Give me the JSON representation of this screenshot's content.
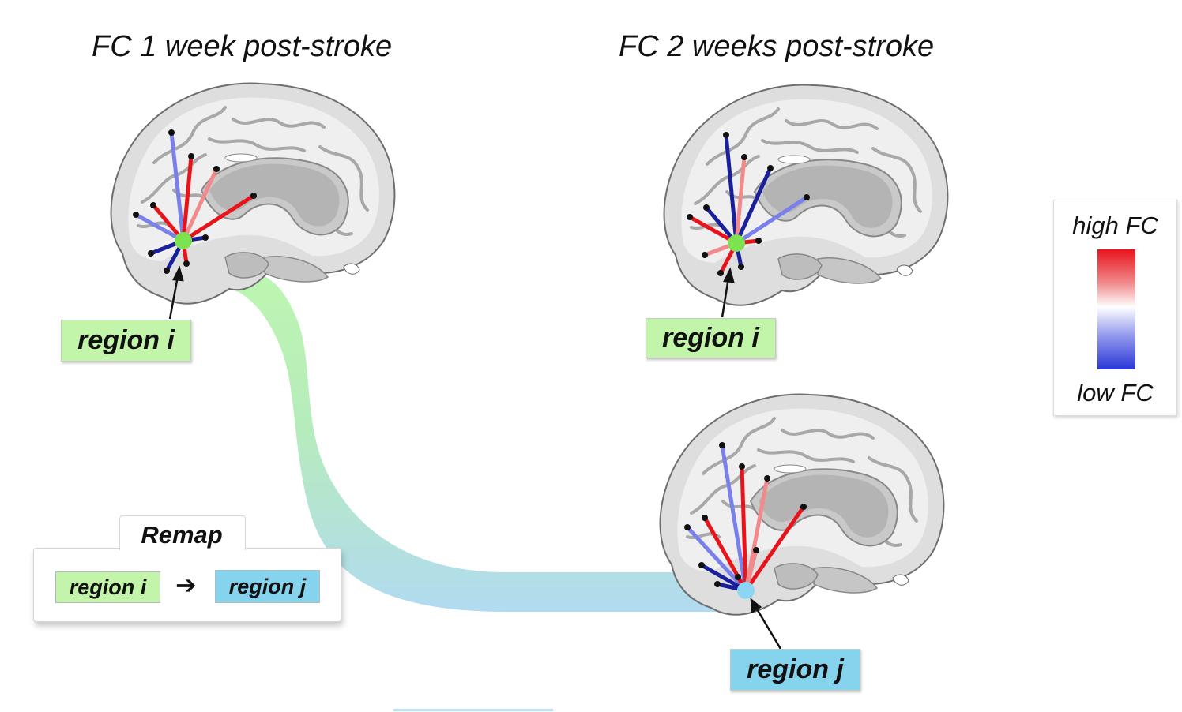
{
  "titles": {
    "week1": "FC 1 week post-stroke",
    "week2": "FC 2 weeks post-stroke"
  },
  "labels": {
    "region_i_week1": "region i",
    "region_i_week2": "region i",
    "region_j": "region j"
  },
  "remap": {
    "title": "Remap",
    "from": "region i",
    "arrow": "➔",
    "to": "region j"
  },
  "legend": {
    "high": "high FC",
    "low": "low FC"
  },
  "colors": {
    "red": "#e8141c",
    "light_red": "#f28a8c",
    "blue": "#1a1f9c",
    "light_blue": "#7a80ea",
    "node_i": "#7de24f",
    "node_j": "#8dd6f3",
    "label_green": "#c2f5a9",
    "label_blue": "#86d3ee"
  },
  "connections": {
    "brain_week1": [
      "light_blue",
      "red",
      "light_red",
      "red",
      "red",
      "light_blue",
      "blue",
      "blue",
      "red",
      "blue"
    ],
    "brain_week2_i": [
      "blue",
      "light_red",
      "blue",
      "light_blue",
      "blue",
      "red",
      "light_red",
      "red",
      "blue",
      "red"
    ],
    "brain_week2_j": [
      "light_blue",
      "red",
      "light_red",
      "red",
      "red",
      "light_blue",
      "blue",
      "blue",
      "red",
      "light_red"
    ]
  }
}
